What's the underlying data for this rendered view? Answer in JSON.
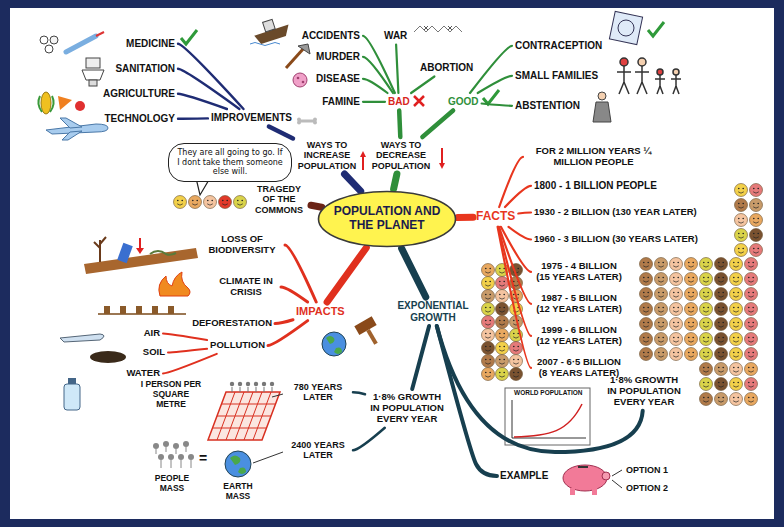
{
  "diagram": {
    "nodes": [
      {
        "text": [
          "POPULATION AND THE PLANET"
        ]
      },
      {
        "text": [
          "WAYS TO INCREASE POPULATION"
        ]
      },
      {
        "text": [
          "IMPROVEMENTS"
        ]
      },
      {
        "text": [
          "MEDICINE"
        ]
      },
      {
        "text": [
          "SANITATION"
        ]
      },
      {
        "text": [
          "AGRICULTURE"
        ]
      },
      {
        "text": [
          "TECHNOLOGY"
        ]
      },
      {
        "text": [
          "WAYS TO DECREASE POPULATION"
        ]
      },
      {
        "text": [
          "BAD"
        ]
      },
      {
        "text": [
          "ACCIDENTS"
        ]
      },
      {
        "text": [
          "MURDER"
        ]
      },
      {
        "text": [
          "DISEASE"
        ]
      },
      {
        "text": [
          "FAMINE"
        ]
      },
      {
        "text": [
          "WAR"
        ]
      },
      {
        "text": [
          "ABORTION"
        ]
      },
      {
        "text": [
          "GOOD"
        ]
      },
      {
        "text": [
          "CONTRACEPTION"
        ]
      },
      {
        "text": [
          "SMALL FAMILIES"
        ]
      },
      {
        "text": [
          "ABSTENTION"
        ]
      },
      {
        "text": [
          "They are all going to go. If I dont take them someone else will."
        ]
      },
      {
        "text": [
          "TRAGEDY OF THE COMMONS"
        ]
      },
      {
        "text": [
          "FACTS"
        ]
      },
      {
        "text": [
          "FOR 2 MILLION YEARS ¼ MILLION PEOPLE"
        ]
      },
      {
        "text": [
          "1800 - 1 BILLION PEOPLE"
        ]
      },
      {
        "text": [
          "1930 - 2 BILLION (130 YEAR LATER)"
        ]
      },
      {
        "text": [
          "1960 - 3 BILLION (30 YEARS LATER)"
        ]
      },
      {
        "text": [
          "1975 - 4 BILLION (15 YEARS LATER)"
        ]
      },
      {
        "text": [
          "1987 - 5 BILLION (12 YEARS LATER)"
        ]
      },
      {
        "text": [
          "1999 - 6 BILLION (12 YEARS LATER)"
        ]
      },
      {
        "text": [
          "2007 - 6·5 BILLION (8 YEARS LATER)"
        ]
      },
      {
        "text": [
          "LOSS OF BIODIVERSITY"
        ]
      },
      {
        "text": [
          "CLIMATE IN CRISIS"
        ]
      },
      {
        "text": [
          "DEFORESTATION"
        ]
      },
      {
        "text": [
          "POLLUTION"
        ]
      },
      {
        "text": [
          "AIR"
        ]
      },
      {
        "text": [
          "SOIL"
        ]
      },
      {
        "text": [
          "WATER"
        ]
      },
      {
        "text": [
          "IMPACTS"
        ]
      },
      {
        "text": [
          "EXPONENTIAL GROWTH"
        ]
      },
      {
        "text": [
          "1·8% GROWTH IN POPULATION EVERY YEAR"
        ]
      },
      {
        "text": [
          "780 YEARS LATER"
        ]
      },
      {
        "text": [
          "2400 YEARS LATER"
        ]
      },
      {
        "text": [
          "1·8% GROWTH IN POPULATION EVERY YEAR"
        ]
      },
      {
        "text": [
          "EXAMPLE"
        ]
      }
    ],
    "edges": [
      {
        "from": 0,
        "to": 1,
        "arrow": "none"
      },
      {
        "from": 1,
        "to": 2,
        "arrow": "none"
      },
      {
        "from": 2,
        "to": 3,
        "arrow": "none"
      },
      {
        "from": 2,
        "to": 4,
        "arrow": "none"
      },
      {
        "from": 2,
        "to": 5,
        "arrow": "none"
      },
      {
        "from": 2,
        "to": 6,
        "arrow": "none"
      },
      {
        "from": 0,
        "to": 7,
        "arrow": "none"
      },
      {
        "from": 7,
        "to": 8,
        "arrow": "none"
      },
      {
        "from": 8,
        "to": 9,
        "arrow": "none"
      },
      {
        "from": 8,
        "to": 10,
        "arrow": "none"
      },
      {
        "from": 8,
        "to": 11,
        "arrow": "none"
      },
      {
        "from": 8,
        "to": 12,
        "arrow": "none"
      },
      {
        "from": 8,
        "to": 13,
        "arrow": "none"
      },
      {
        "from": 8,
        "to": 14,
        "arrow": "none"
      },
      {
        "from": 7,
        "to": 15,
        "arrow": "none"
      },
      {
        "from": 15,
        "to": 16,
        "arrow": "none"
      },
      {
        "from": 15,
        "to": 17,
        "arrow": "none"
      },
      {
        "from": 15,
        "to": 18,
        "arrow": "none"
      },
      {
        "from": 0,
        "to": 20,
        "arrow": "none"
      },
      {
        "from": 0,
        "to": 21,
        "arrow": "none"
      },
      {
        "from": 21,
        "to": 22,
        "arrow": "none"
      },
      {
        "from": 21,
        "to": 23,
        "arrow": "none"
      },
      {
        "from": 21,
        "to": 24,
        "arrow": "none"
      },
      {
        "from": 21,
        "to": 25,
        "arrow": "none"
      },
      {
        "from": 21,
        "to": 26,
        "arrow": "none"
      },
      {
        "from": 21,
        "to": 27,
        "arrow": "none"
      },
      {
        "from": 21,
        "to": 28,
        "arrow": "none"
      },
      {
        "from": 21,
        "to": 29,
        "arrow": "none"
      },
      {
        "from": 0,
        "to": 37,
        "arrow": "none"
      },
      {
        "from": 37,
        "to": 30,
        "arrow": "none"
      },
      {
        "from": 37,
        "to": 31,
        "arrow": "none"
      },
      {
        "from": 37,
        "to": 32,
        "arrow": "none"
      },
      {
        "from": 37,
        "to": 33,
        "arrow": "none"
      },
      {
        "from": 33,
        "to": 34,
        "arrow": "none"
      },
      {
        "from": 33,
        "to": 35,
        "arrow": "none"
      },
      {
        "from": 33,
        "to": 36,
        "arrow": "none"
      },
      {
        "from": 0,
        "to": 38,
        "arrow": "none"
      },
      {
        "from": 38,
        "to": 39,
        "arrow": "none"
      },
      {
        "from": 39,
        "to": 40,
        "arrow": "none"
      },
      {
        "from": 39,
        "to": 41,
        "arrow": "none"
      },
      {
        "from": 38,
        "to": 42,
        "arrow": "none"
      },
      {
        "from": 38,
        "to": 43,
        "arrow": "none"
      }
    ],
    "labels": [
      "I PERSON PER SQUARE METRE",
      "=",
      "PEOPLE MASS",
      "EARTH MASS",
      "WORLD POPULATION",
      "OPTION 1",
      "OPTION 2"
    ]
  }
}
